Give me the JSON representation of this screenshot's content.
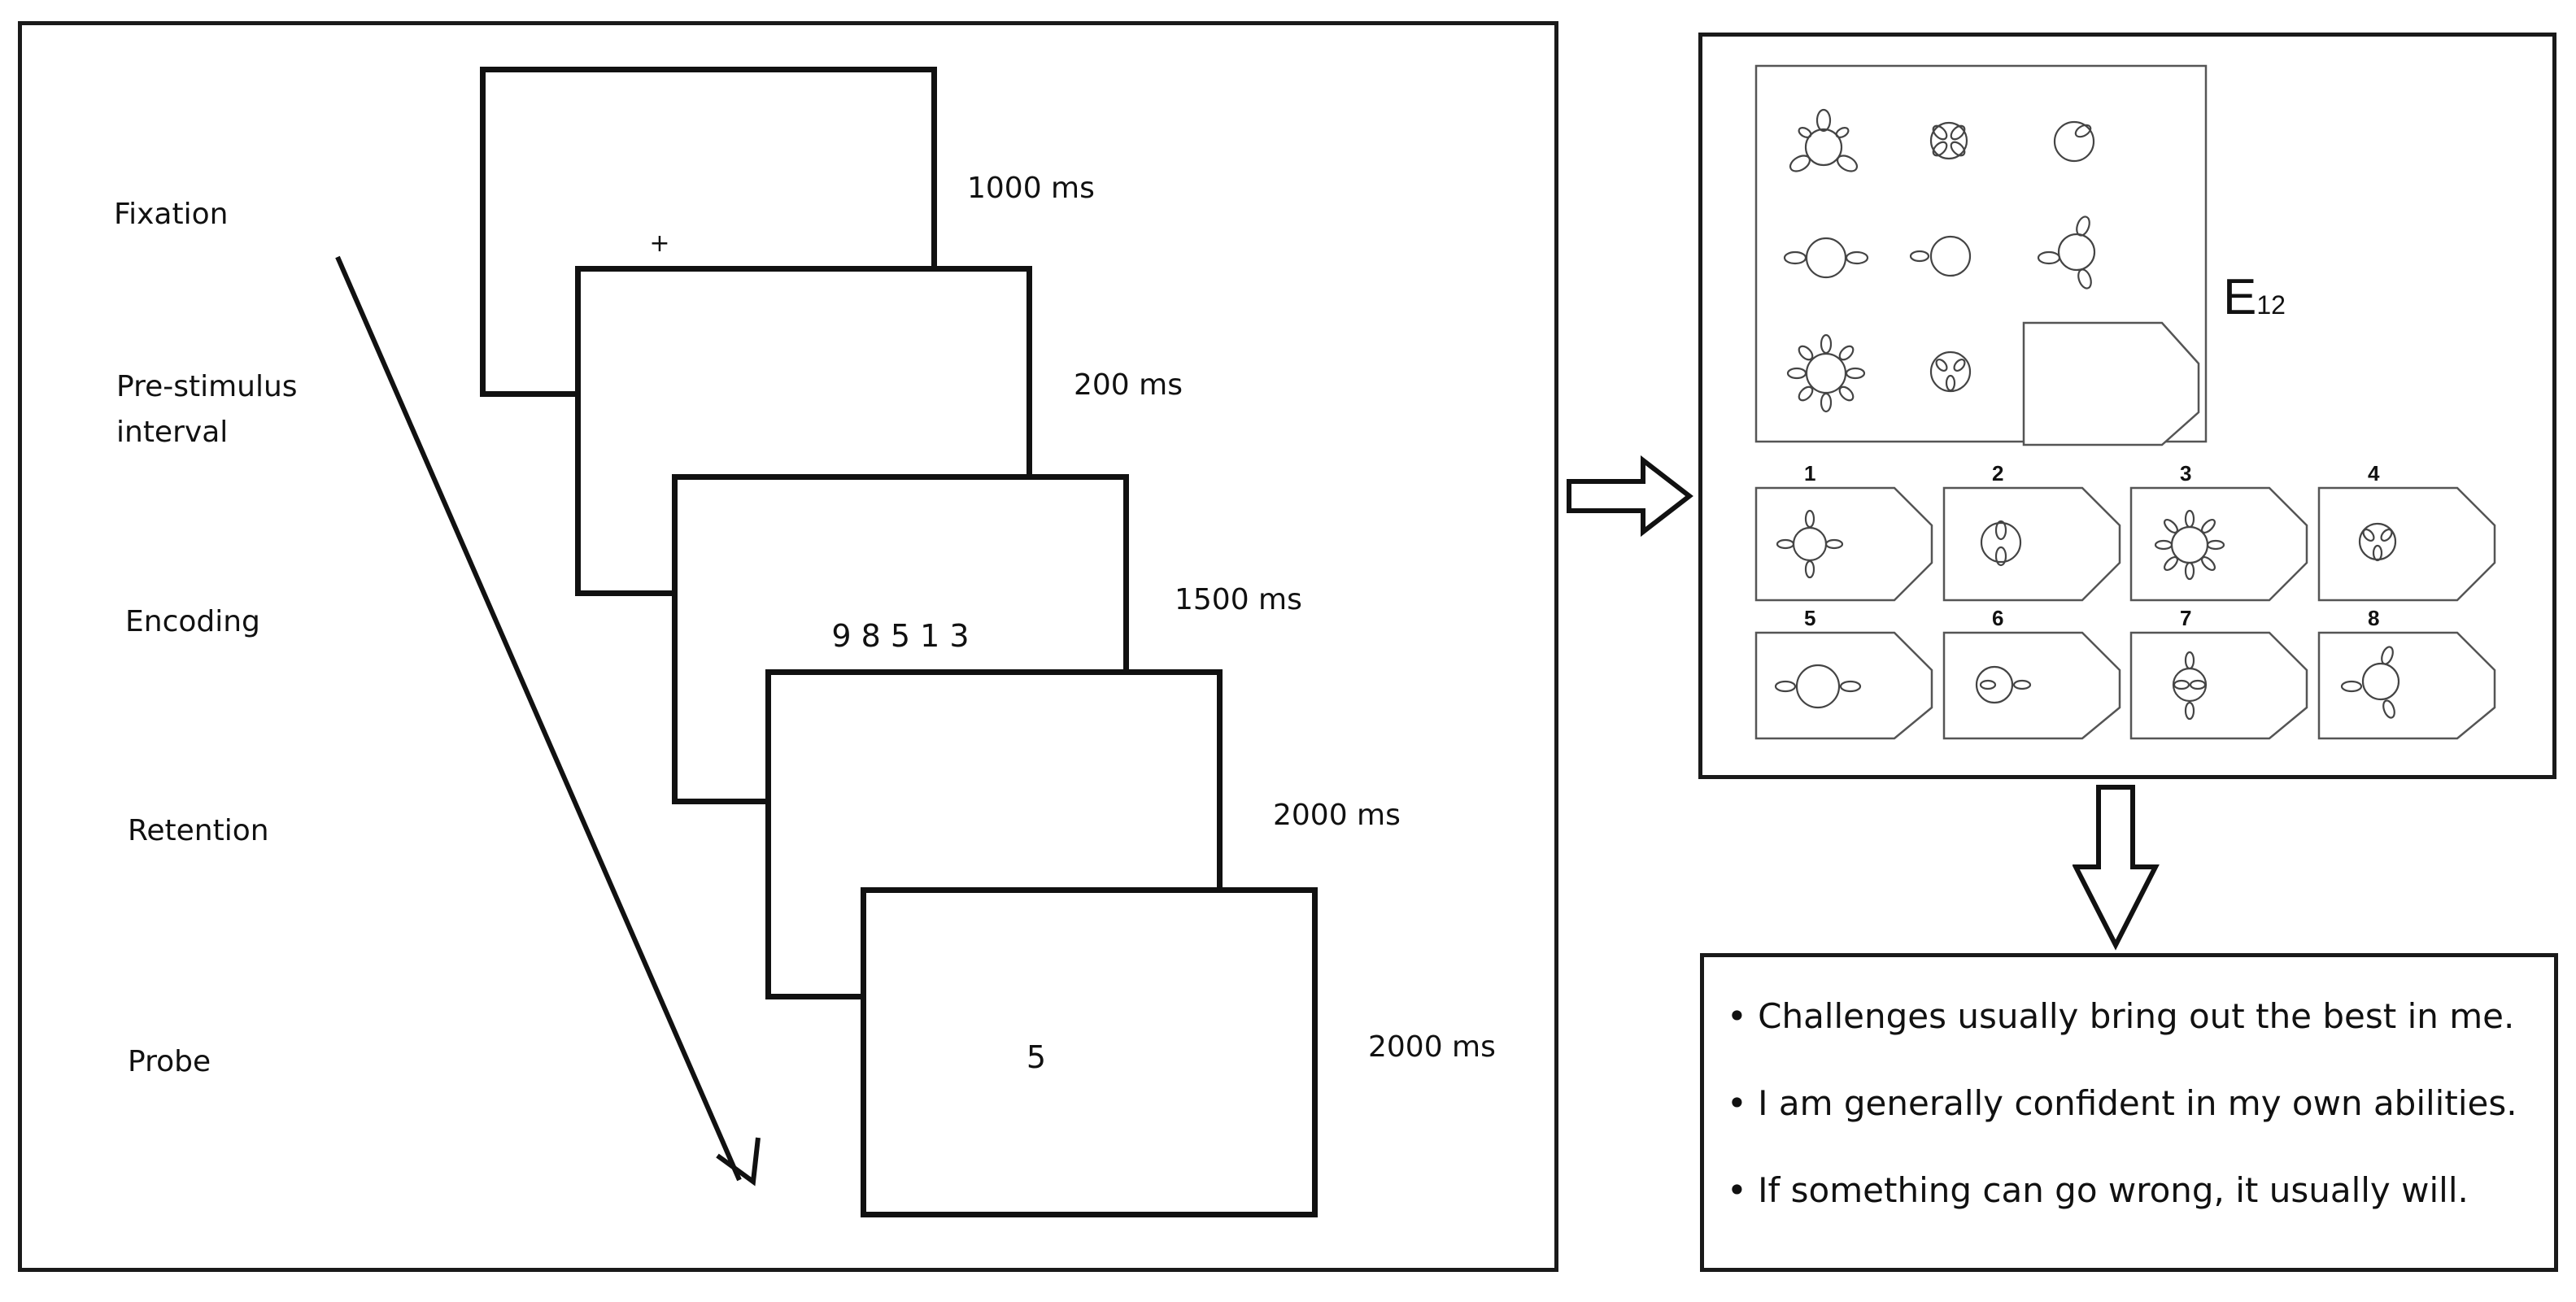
{
  "sternberg_task": {
    "steps": [
      {
        "label": "Fixation",
        "duration": "1000 ms",
        "content": "+"
      },
      {
        "label": "Pre-stimulus\ninterval",
        "duration": "200 ms",
        "content": ""
      },
      {
        "label": "Encoding",
        "duration": "1500 ms",
        "content": "9 8 5 1 3"
      },
      {
        "label": "Retention",
        "duration": "2000 ms",
        "content": ""
      },
      {
        "label": "Probe",
        "duration": "2000 ms",
        "content": "5"
      }
    ]
  },
  "matrix_item": {
    "label_main": "E",
    "label_sub": "12",
    "options": [
      "1",
      "2",
      "3",
      "4",
      "5",
      "6",
      "7",
      "8"
    ]
  },
  "questionnaire": {
    "items": [
      "• Challenges usually bring out the best in me.",
      "• I am generally confident in my own abilities.",
      "• If something can go wrong, it usually will."
    ]
  },
  "colors": {
    "line": "#111111",
    "figure_stroke": "#444444",
    "background": "#ffffff"
  }
}
